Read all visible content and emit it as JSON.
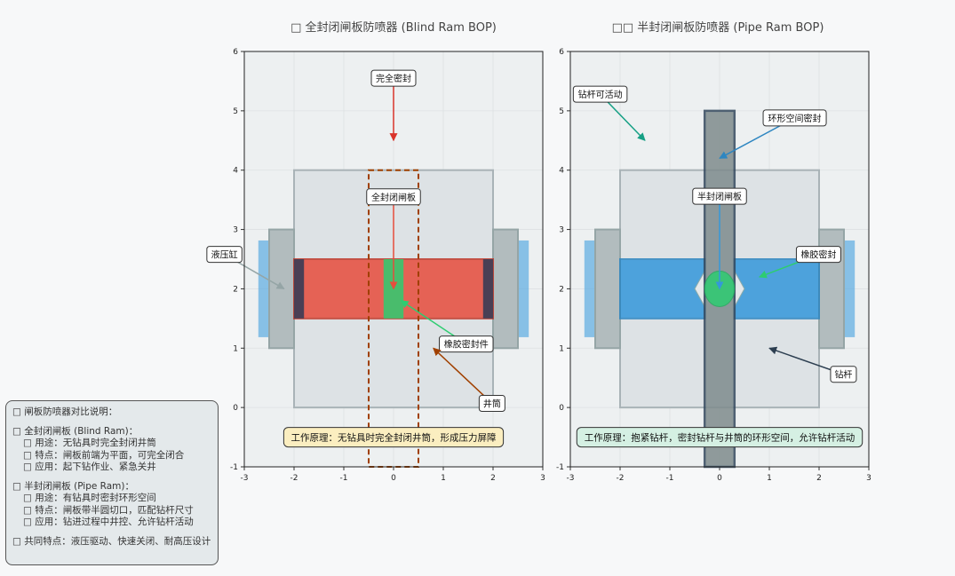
{
  "left": {
    "title": "□ 全封闭闸板防喷器 (Blind Ram BOP)",
    "annotations": {
      "seal": "完全密封",
      "ram": "全封闭闸板",
      "cylinder": "液压缸",
      "rubber": "橡胶密封件",
      "bore": "井筒"
    },
    "principle": "工作原理：无钻具时完全封闭井筒，形成压力屏障"
  },
  "right": {
    "title": "□□ 半封闭闸板防喷器 (Pipe Ram BOP)",
    "annotations": {
      "movable": "钻杆可活动",
      "annular": "环形空间密封",
      "ram": "半封闭闸板",
      "rubber": "橡胶密封",
      "pipe": "钻杆"
    },
    "principle": "工作原理：抱紧钻杆，密封钻杆与井筒的环形空间，允许钻杆活动"
  },
  "axes": {
    "xlim": [
      -3,
      3
    ],
    "ylim": [
      -1,
      6
    ],
    "xticks": [
      "-3",
      "-2",
      "-1",
      "0",
      "1",
      "2",
      "3"
    ],
    "yticks": [
      "-1",
      "0",
      "1",
      "2",
      "3",
      "4",
      "5",
      "6"
    ]
  },
  "legend": {
    "title": "□ 闸板防喷器对比说明：",
    "blind": {
      "head": "□ 全封闭闸板 (Blind Ram)：",
      "items": [
        "□ 用途：无钻具时完全封闭井筒",
        "□ 特点：闸板前端为平面，可完全闭合",
        "□ 应用：起下钻作业、紧急关井"
      ]
    },
    "pipe": {
      "head": "□ 半封闭闸板 (Pipe Ram)：",
      "items": [
        "□ 用途：有钻具时密封环形空间",
        "□ 特点：闸板带半圆切口，匹配钻杆尺寸",
        "□ 应用：钻进过程中井控、允许钻杆活动"
      ]
    },
    "common": "□ 共同特点：液压驱动、快速关闭、耐高压设计"
  },
  "colors": {
    "blind_ram": "#e74c3c",
    "rubber": "#2ecc71",
    "pipe_ram": "#3498db",
    "pipe": "#7f8c8d",
    "body": "#dde2e5",
    "cylinder": "#b2bcbe",
    "piston": "#5dade2",
    "bore": "#a04000"
  }
}
